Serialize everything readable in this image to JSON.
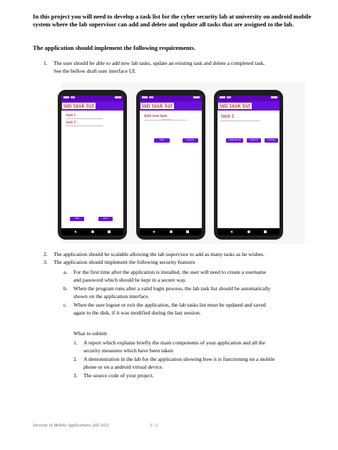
{
  "intro": "In this project you will need to develop a task list for the cyber security lab at university on android mobile system where the lab supervisor can add and delete and update all tasks that are assigned to the lab.",
  "requirements_heading": "The application should implement the following requirements.",
  "req1": {
    "num": "1.",
    "line1": "The user should be able to add new lab tasks, update an existing task and delete a completed task.",
    "line2": "See the bellow draft user interface UI."
  },
  "phone_a": {
    "title": "lab task list",
    "tasks": [
      "task 1",
      "task 2"
    ],
    "add_button": "ADD",
    "exit_button": "EXIT"
  },
  "phone_b": {
    "title": "lab task list",
    "input_placeholder": "Add new task",
    "add_button": "ADD",
    "cancel_button": "CANCEL"
  },
  "phone_c": {
    "title": "lab task list",
    "task": "task 1",
    "completed_button": "COMPLETED",
    "update_button": "UPDATE",
    "cancel_button": "CANCEL"
  },
  "req2": {
    "num": "2.",
    "text": "The application should be scalable allowing the lab supervisor to add as many tasks as he wishes."
  },
  "req3": {
    "num": "3.",
    "text": "The application should implement the following security features"
  },
  "sub_a": {
    "label": "a.",
    "line1": "For the first time after the application is installed, the user will need to create a username",
    "line2": "and password which should be kept in a secure way."
  },
  "sub_b": {
    "label": "b.",
    "line1": "When the program runs after a valid login process, the lab task list should be automatically",
    "line2": "shown on the application interface."
  },
  "sub_c": {
    "label": "c.",
    "line1": "When the user logout or exit the application, the lab tasks list must be updated and saved",
    "line2": "again to the disk, if it was modified during the last session."
  },
  "submit": {
    "heading": "What to submit",
    "items": [
      {
        "num": "1.",
        "line1": "A report which explains briefly the main components of your application and all the",
        "line2": "security measures which have been taken."
      },
      {
        "num": "2.",
        "line1": "A demonstration in the lab for the application showing how it is functioning on a mobile",
        "line2": "phone or on a android virtual device."
      },
      {
        "num": "3.",
        "line1": "The source code of your project.",
        "line2": ""
      }
    ]
  },
  "footer": {
    "course": "Security of Mobile Applications, fall 2022",
    "page": "2 / 2"
  }
}
